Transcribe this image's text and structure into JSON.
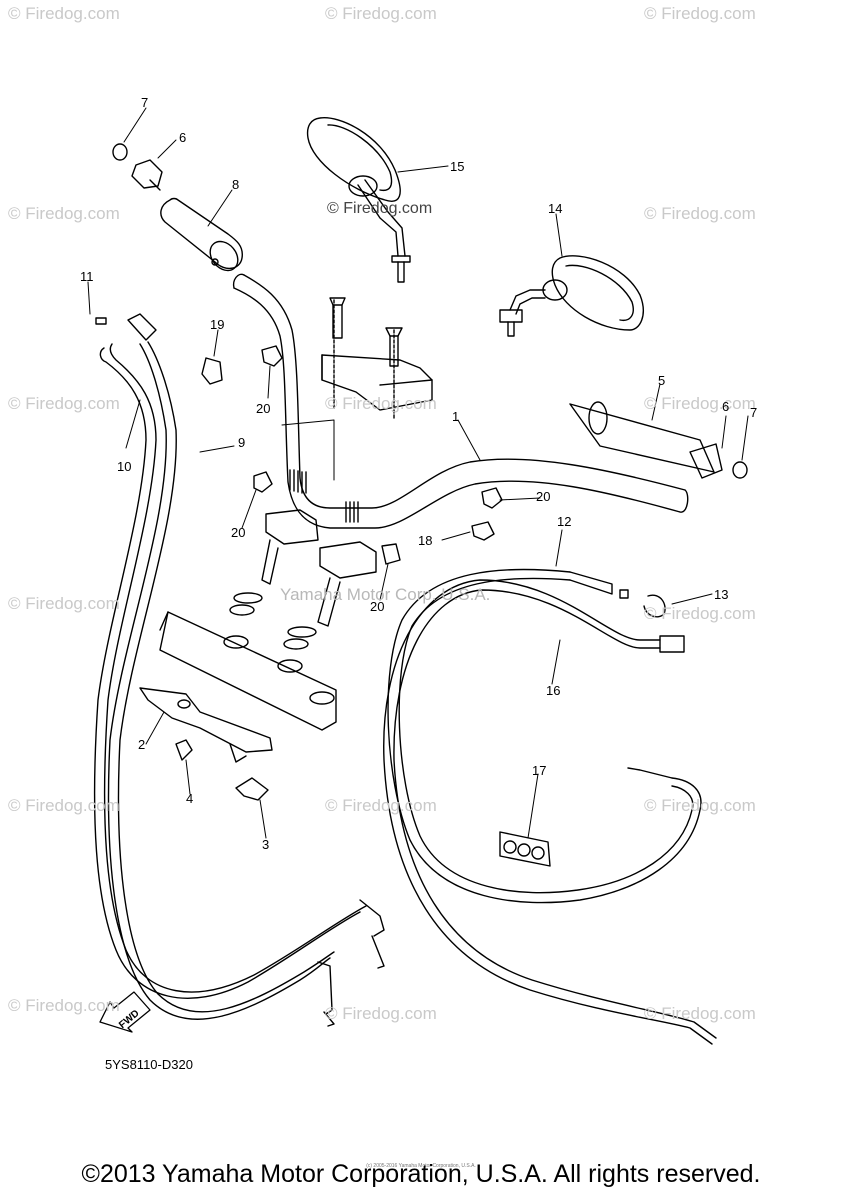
{
  "diagram": {
    "callouts": [
      {
        "id": "c7a",
        "text": "7"
      },
      {
        "id": "c6a",
        "text": "6"
      },
      {
        "id": "c8",
        "text": "8"
      },
      {
        "id": "c15",
        "text": "15"
      },
      {
        "id": "c14",
        "text": "14"
      },
      {
        "id": "c11",
        "text": "11"
      },
      {
        "id": "c19",
        "text": "19"
      },
      {
        "id": "c20a",
        "text": "20"
      },
      {
        "id": "c1",
        "text": "1"
      },
      {
        "id": "c5",
        "text": "5"
      },
      {
        "id": "c6b",
        "text": "6"
      },
      {
        "id": "c7b",
        "text": "7"
      },
      {
        "id": "c9",
        "text": "9"
      },
      {
        "id": "c10",
        "text": "10"
      },
      {
        "id": "c20b",
        "text": "20"
      },
      {
        "id": "c20c",
        "text": "20"
      },
      {
        "id": "c12",
        "text": "12"
      },
      {
        "id": "c18",
        "text": "18"
      },
      {
        "id": "c20d",
        "text": "20"
      },
      {
        "id": "c13",
        "text": "13"
      },
      {
        "id": "c16",
        "text": "16"
      },
      {
        "id": "c2",
        "text": "2"
      },
      {
        "id": "c4",
        "text": "4"
      },
      {
        "id": "c3",
        "text": "3"
      },
      {
        "id": "c17",
        "text": "17"
      }
    ],
    "fwd_label": "FWD",
    "diagram_code": "5YS8110-D320",
    "center_watermark": "Yamaha Motor Corp. U.S.A.",
    "watermark_text": "© Firedog.com",
    "mirror_watermark": "© Firedog.com",
    "copyright": "©2013 Yamaha Motor Corporation, U.S.A. All rights reserved.",
    "tiny_notice": "(c) 2005-2016 Yamaha Motor Corporation, U.S.A."
  }
}
